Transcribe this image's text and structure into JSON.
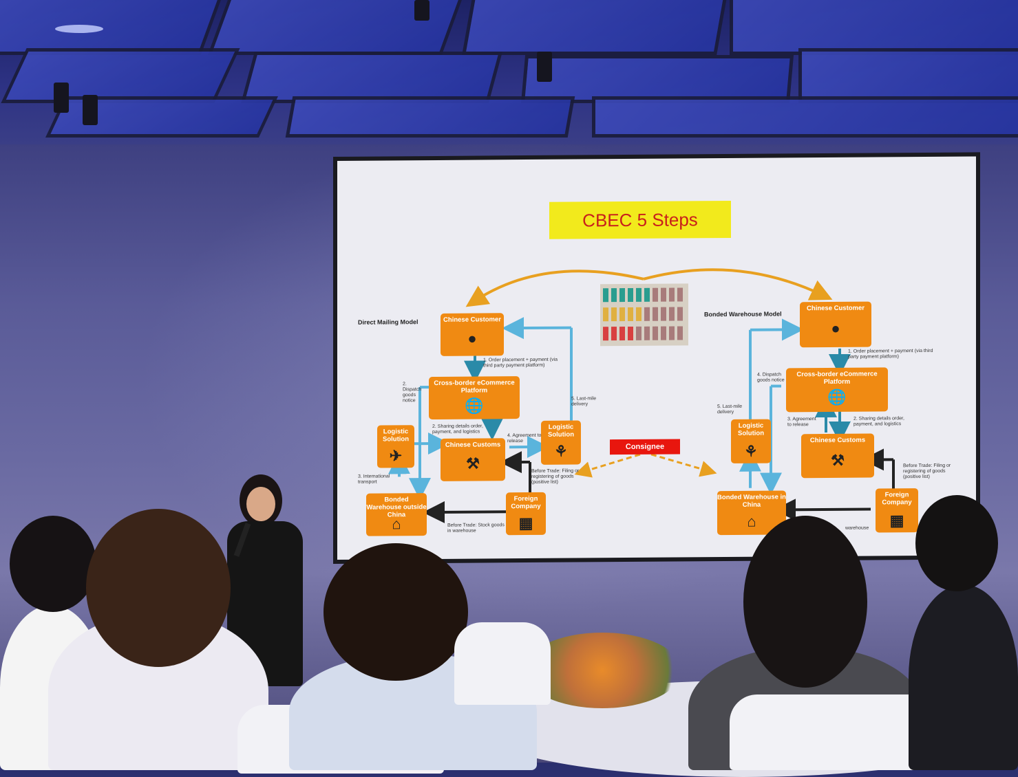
{
  "slide": {
    "title": "CBEC 5 Steps",
    "consignee": "Consignee",
    "left_model": {
      "label": "Direct Mailing Model",
      "customer": "Chinese Customer",
      "platform": "Cross-border eCommerce Platform",
      "logistic_left": "Logistic Solution",
      "customs": "Chinese Customs",
      "logistic_right": "Logistic Solution",
      "warehouse": "Bonded Warehouse outside China",
      "foreign": "Foreign Company",
      "step1": "1. Order placement + payment (via third party payment platform)",
      "step2a": "2. Dispatch goods notice",
      "step2b": "2. Sharing details order, payment, and logistics",
      "step3": "3. International transport",
      "step4": "4. Agreement to release",
      "step5": "5. Last-mile delivery",
      "before_trade_1": "Before Trade: Filing or registering of goods (positive list)",
      "before_trade_2": "Before Trade: Stock goods in warehouse"
    },
    "right_model": {
      "label": "Bonded Warehouse Model",
      "customer": "Chinese Customer",
      "platform": "Cross-border eCommerce Platform",
      "logistic": "Logistic Solution",
      "customs": "Chinese Customs",
      "warehouse": "Bonded Warehouse in China",
      "foreign": "Foreign Company",
      "step1": "1. Order placement + payment (via third party payment platform)",
      "step2": "2. Sharing details order, payment, and logistics",
      "step3": "3. Agreement to release",
      "step4": "4. Dispatch goods notice",
      "step5": "5. Last-mile delivery",
      "before_trade": "Before Trade: Filing or registering of goods (positive list)",
      "warehouse_note": "warehouse"
    }
  },
  "colors": {
    "box": "#f08a12",
    "title_bg": "#f2ea1c",
    "title_text": "#c8201c",
    "consignee_bg": "#e8160e",
    "arrow_blue": "#5ab4dc",
    "arrow_dark": "#222222",
    "curve": "#e8a020"
  },
  "icons": [
    "person-icon",
    "globe-icon",
    "airplane-icon",
    "customs-officer-icon",
    "warehouse-icon",
    "building-icon",
    "delivery-icon"
  ]
}
